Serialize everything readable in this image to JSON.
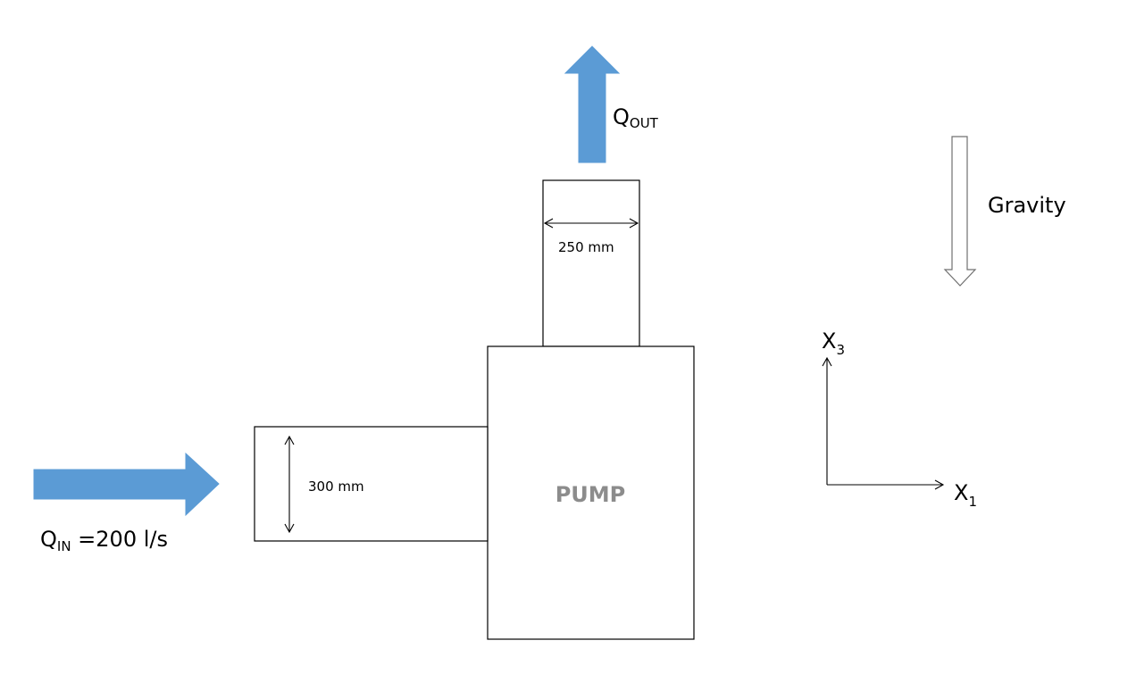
{
  "diagram": {
    "pump_label": "PUMP",
    "outlet": {
      "flow_symbol": "Q",
      "flow_subscript": "OUT",
      "diameter_label": "250 mm"
    },
    "inlet": {
      "flow_symbol": "Q",
      "flow_subscript": "IN",
      "flow_value": " =200 l/s",
      "diameter_label": "300 mm"
    },
    "gravity_label": "Gravity",
    "axes": {
      "vertical_symbol": "X",
      "vertical_subscript": "3",
      "horizontal_symbol": "X",
      "horizontal_subscript": "1"
    },
    "colors": {
      "flow_arrow": "#5b9bd5",
      "pump_text": "#8c8c8c",
      "outline": "#000000"
    }
  }
}
